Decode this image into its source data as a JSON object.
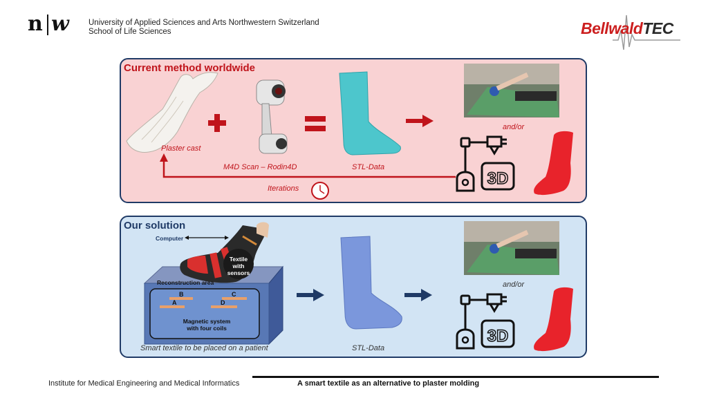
{
  "header": {
    "logo_n": "n",
    "logo_w": "w",
    "institution_line1": "University of Applied Sciences and Arts Northwestern Switzerland",
    "institution_line2": "School of Life Sciences",
    "partner_logo_part1": "Bellwald",
    "partner_logo_part2": "TEC"
  },
  "current_method": {
    "title": "Current method worldwide",
    "plaster_label": "Plaster cast",
    "scanner_label": "M4D Scan – Rodin4D",
    "stl_label": "STL-Data",
    "andor_label": "and/or",
    "iterations_label": "Iterations",
    "printer_text": "3D"
  },
  "our_solution": {
    "title": "Our solution",
    "computer_label": "Computer",
    "textile_label_line1": "Textile with",
    "textile_label_line2": "sensors",
    "reconstruction_label": "Reconstruction area",
    "coils": [
      "A",
      "B",
      "C",
      "D"
    ],
    "magnetic_line1": "Magnetic system",
    "magnetic_line2": "with four coils",
    "smart_textile_label": "Smart textile to be placed on a patient",
    "stl_label": "STL-Data",
    "andor_label": "and/or",
    "printer_text": "3D"
  },
  "footer": {
    "left": "Institute for Medical Engineering and Medical Informatics",
    "right": "A smart textile as an alternative to plaster molding"
  },
  "colors": {
    "red": "#c0141b",
    "navy": "#1f3a66",
    "pink_bg": "#f9d2d3",
    "blue_bg": "#d2e4f4"
  }
}
